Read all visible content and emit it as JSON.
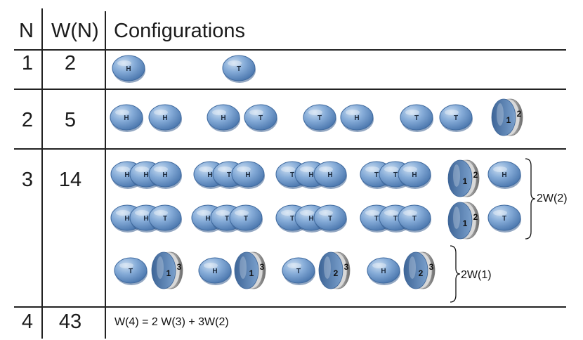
{
  "header": {
    "n": "N",
    "w": "W(N)",
    "configs": "Configurations"
  },
  "rows": [
    {
      "n": "1",
      "w": "2"
    },
    {
      "n": "2",
      "w": "5"
    },
    {
      "n": "3",
      "w": "14"
    },
    {
      "n": "4",
      "w": "43"
    }
  ],
  "coin_labels": {
    "heads": "H",
    "tails": "T"
  },
  "stack_numbers": {
    "one": "1",
    "two": "2",
    "three": "3"
  },
  "brackets": {
    "two_w2": "2W(2)",
    "two_w1": "2W(1)"
  },
  "formula": "W(4) = 2 W(3) + 3W(2)",
  "colors": {
    "coin": "#7aa6d6",
    "coin_dark": "#4e7fb8",
    "line": "#222222"
  }
}
